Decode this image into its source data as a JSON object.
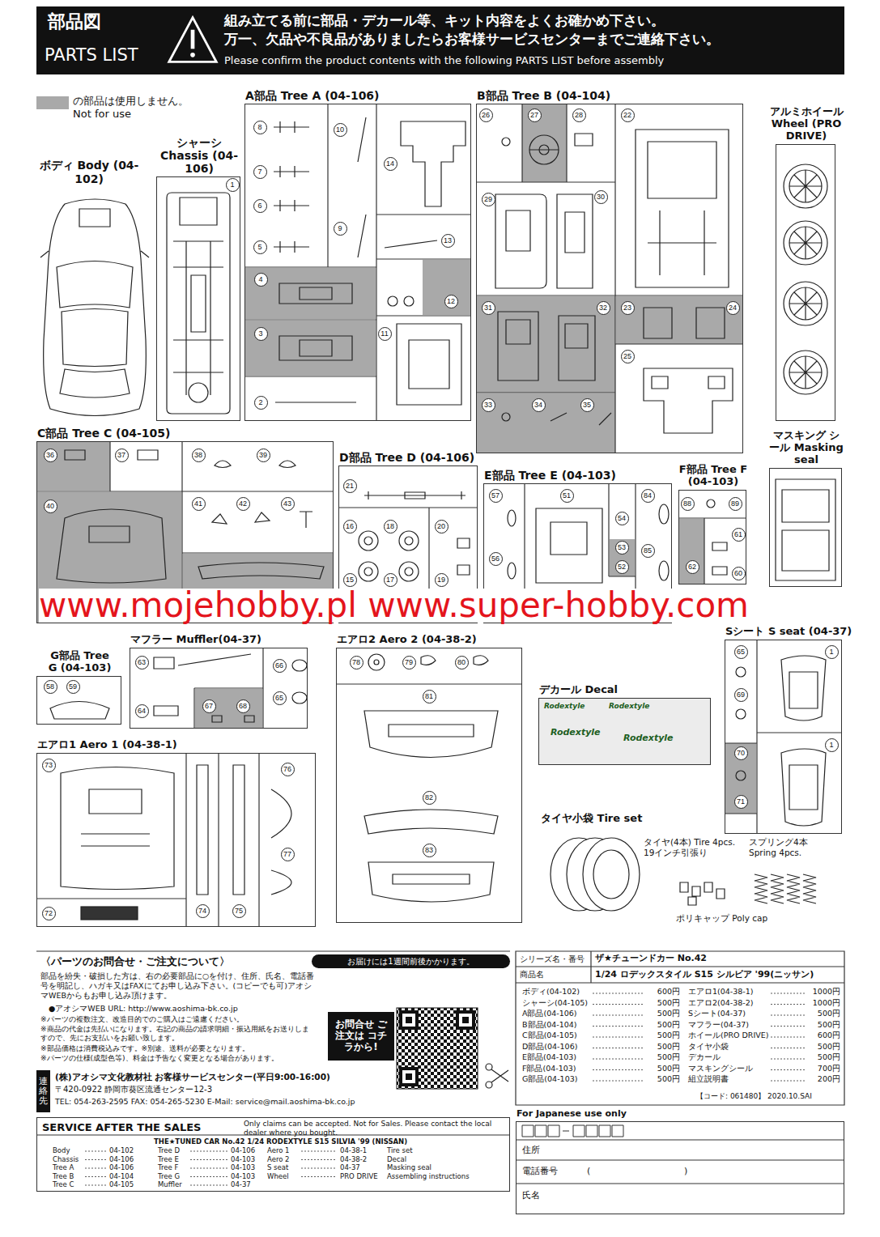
{
  "diagram": {
    "nodes": [
      {
        "text": [
          "部品図",
          "PARTS LIST",
          "組み立てる前に部品・デカール等、キット内容をよくお確かめ下さい。 万一、欠品や不良品がありましたらお客様サービスセンターまでご連絡下さい。",
          "Please confirm the product contents with the following PARTS LIST before assembly"
        ]
      },
      {
        "text": [
          "シャーシ Chassis (04-106)"
        ]
      },
      {
        "text": [
          "A部品 Tree A (04-106)"
        ]
      },
      {
        "text": [
          "B部品 Tree B (04-104)"
        ]
      },
      {
        "text": [
          "アルミホイール Wheel (PRO DRIVE)"
        ]
      },
      {
        "text": [
          "C部品 Tree C (04-105)"
        ]
      },
      {
        "text": [
          "D部品 Tree D (04-106)"
        ]
      },
      {
        "text": [
          "E部品 Tree E (04-103)"
        ]
      },
      {
        "text": [
          "F部品 Tree F (04-103)"
        ]
      },
      {
        "text": [
          "マスキング シール Masking seal"
        ]
      },
      {
        "text": [
          "Sシート S seat (04-37)"
        ]
      },
      {
        "text": [
          "G部品 Tree G (04-103)"
        ]
      },
      {
        "text": [
          "マフラー Muffler(04-37)"
        ]
      },
      {
        "text": [
          "エアロ1 Aero 1 (04-38-1)"
        ]
      },
      {
        "text": [
          "エアロ2 Aero 2 (04-38-2)"
        ]
      },
      {
        "text": [
          "デカール Decal"
        ]
      },
      {
        "text": [
          "お届けには1週間前後かかります。"
        ]
      },
      {
        "text": [
          "お問合せ ご注文は コチラから!"
        ]
      },
      {
        "text": [
          "連絡先"
        ]
      },
      {
        "text": [
          "SERVICE AFTER THE SALES",
          "Only claims can be accepted. Not for Sales. Please contact the local dealer where you bought."
        ]
      },
      {
        "text": [
          "For Japanese use only"
        ]
      }
    ],
    "labels": [
      "ボディ Body (04-102)",
      "タイヤ小袋 Tire set",
      "タイヤ(4本) Tire 4pcs. 19インチ引張り",
      "スプリング4本 Spring 4pcs.",
      "ポリキャップ Poly cap",
      "www.mojehobby.pl www.super-hobby.com",
      "Rodextyle",
      "Rodextyle",
      "Rodextyle",
      "Rodextyle",
      "1",
      "8",
      "7",
      "6",
      "5",
      "10",
      "9",
      "14",
      "13",
      "12",
      "11",
      "4",
      "3",
      "2",
      "26",
      "27",
      "28",
      "22",
      "29",
      "30",
      "31",
      "32",
      "23",
      "24",
      "25",
      "33",
      "34",
      "35",
      "36",
      "37",
      "38",
      "39",
      "40",
      "41",
      "42",
      "43",
      "21",
      "16",
      "18",
      "20",
      "15",
      "17",
      "19",
      "57",
      "51",
      "84",
      "54",
      "53",
      "52",
      "56",
      "85",
      "88",
      "89",
      "61",
      "62",
      "60",
      "65",
      "69",
      "70",
      "71",
      "1",
      "1",
      "58",
      "59",
      "63",
      "64",
      "67",
      "68",
      "66",
      "65",
      "73",
      "76",
      "77",
      "72",
      "74",
      "75",
      "78",
      "79",
      "80",
      "81",
      "82",
      "83",
      "〈パーツのお問合せ・ご注文について〉",
      "部品を紛失・破損した方は、右の必要部品に○を付け、住所、氏名、電話番号を明記し、ハガキ又はFAXにてお申し込み下さい。(コピーでも可)アオシマWEBからもお申し込み頂けます。",
      "●アオシマWEB URL: http://www.aoshima-bk.co.jp",
      "※パーツの複数注文、改造目的でのご購入はご遠慮ください。",
      "※商品の代金は先払いになります。右記の商品の請求明細・振込用紙をお送りしますので、先にお支払いをお願い致します。",
      "※部品価格は消費税込みです。※別途、送料が必要となります。",
      "※パーツの仕様(成型色等)、料金は予告なく変更となる場合があります。",
      "(株)アオシマ文化教材社 お客様サービスセンター(平日9:00-16:00)",
      "〒420-0922 静岡市葵区流通センター12-3",
      "TEL: 054-263-2595 FAX: 054-265-5230 E-Mail: service@mail.aoshima-bk.co.jp",
      "THE★TUNED CAR No.42 1/24 RODEXTYLE S15 SILVIA '99 (NISSAN)",
      "Body",
      "Chassis",
      "Tree A",
      "Tree B",
      "Tree C",
      "04-102",
      "04-106",
      "04-106",
      "04-104",
      "04-105",
      "Tree D",
      "Tree E",
      "Tree F",
      "Tree G",
      "Muffler",
      "04-106",
      "04-103",
      "04-103",
      "04-103",
      "04-37",
      "Aero 1",
      "Aero 2",
      "S seat",
      "Wheel",
      "04-38-1",
      "04-38-2",
      "04-37",
      "PRO DRIVE",
      "Tire set",
      "Decal",
      "Masking seal",
      "Assembling instructions",
      "シリーズ名・番号",
      "ザ★チューンドカー No.42",
      "商品名",
      "1/24 ロデックスタイル S15 シルビア '99(ニッサン)",
      "ボディ(04-102)",
      "シャーシ(04-105)",
      "A部品(04-106)",
      "B部品(04-104)",
      "C部品(04-105)",
      "D部品(04-106)",
      "E部品(04-103)",
      "F部品(04-103)",
      "G部品(04-103)",
      "600円",
      "500円",
      "500円",
      "500円",
      "500円",
      "500円",
      "500円",
      "500円",
      "500円",
      "エアロ1(04-38-1)",
      "エアロ2(04-38-2)",
      "Sシート(04-37)",
      "マフラー(04-37)",
      "ホイール(PRO DRIVE)",
      "タイヤ小袋",
      "デカール",
      "マスキングシール",
      "組立説明書",
      "1000円",
      "1000円",
      "500円",
      "500円",
      "600円",
      "500円",
      "500円",
      "700円",
      "200円",
      "【コード: 061480】 2020.10.SAI",
      "住所",
      "電話番号",
      "(",
      ")",
      "氏名"
    ],
    "legend": [
      {
        "text": "の部品は使用しません。 Not for use",
        "color": "#a9a9a9"
      }
    ]
  }
}
